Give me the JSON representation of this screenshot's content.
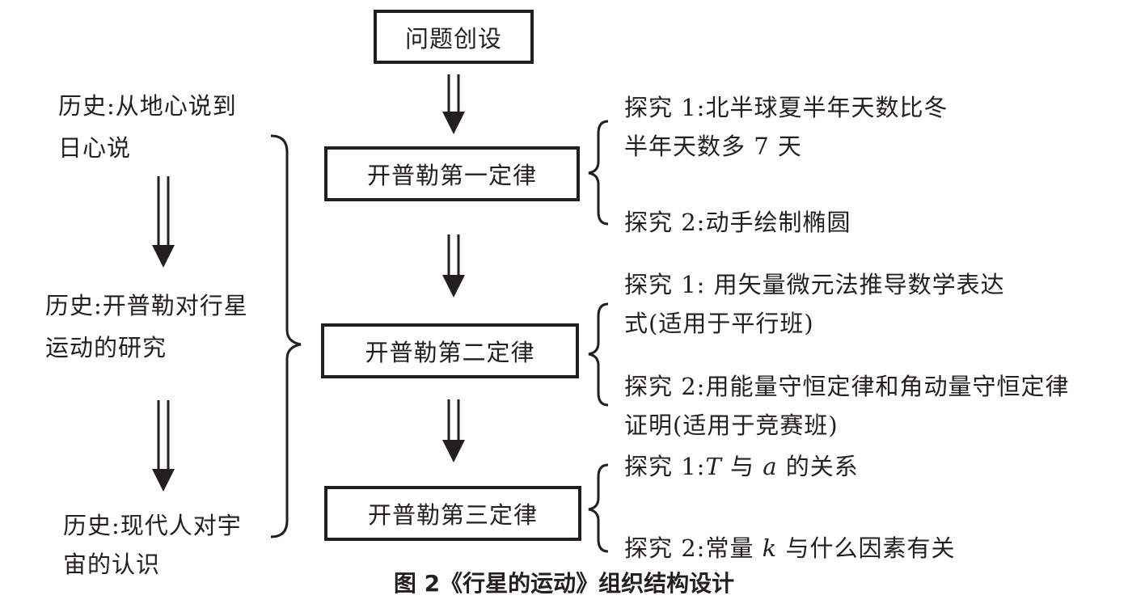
{
  "top_box": "问题创设",
  "law_boxes": [
    "开普勒第一定律",
    "开普勒第二定律",
    "开普勒第三定律"
  ],
  "history": [
    {
      "line1": "历史:从地心说到",
      "line2": "日心说"
    },
    {
      "line1": "历史:开普勒对行星",
      "line2": "运动的研究"
    },
    {
      "line1": "历史:现代人对宇",
      "line2": "宙的认识"
    }
  ],
  "law1_explore": {
    "e1_line1": "探究 1:北半球夏半年天数比冬",
    "e1_line2": "半年天数多 7 天",
    "e2": "探究 2:动手绘制椭圆"
  },
  "law2_explore": {
    "e1_line1": "探究 1: 用矢量微元法推导数学表达",
    "e1_line2": "式(适用于平行班)",
    "e2_line1": "探究 2:用能量守恒定律和角动量守恒定律",
    "e2_line2": "证明(适用于竞赛班)"
  },
  "law3_explore": {
    "e1_pre": "探究 1:",
    "e1_var1": "T",
    "e1_mid": " 与 ",
    "e1_var2": "a",
    "e1_post": " 的关系",
    "e2_pre": "探究 2:常量 ",
    "e2_var": "k",
    "e2_post": " 与什么因素有关"
  },
  "caption": "图 2《行星的运动》组织结构设计"
}
